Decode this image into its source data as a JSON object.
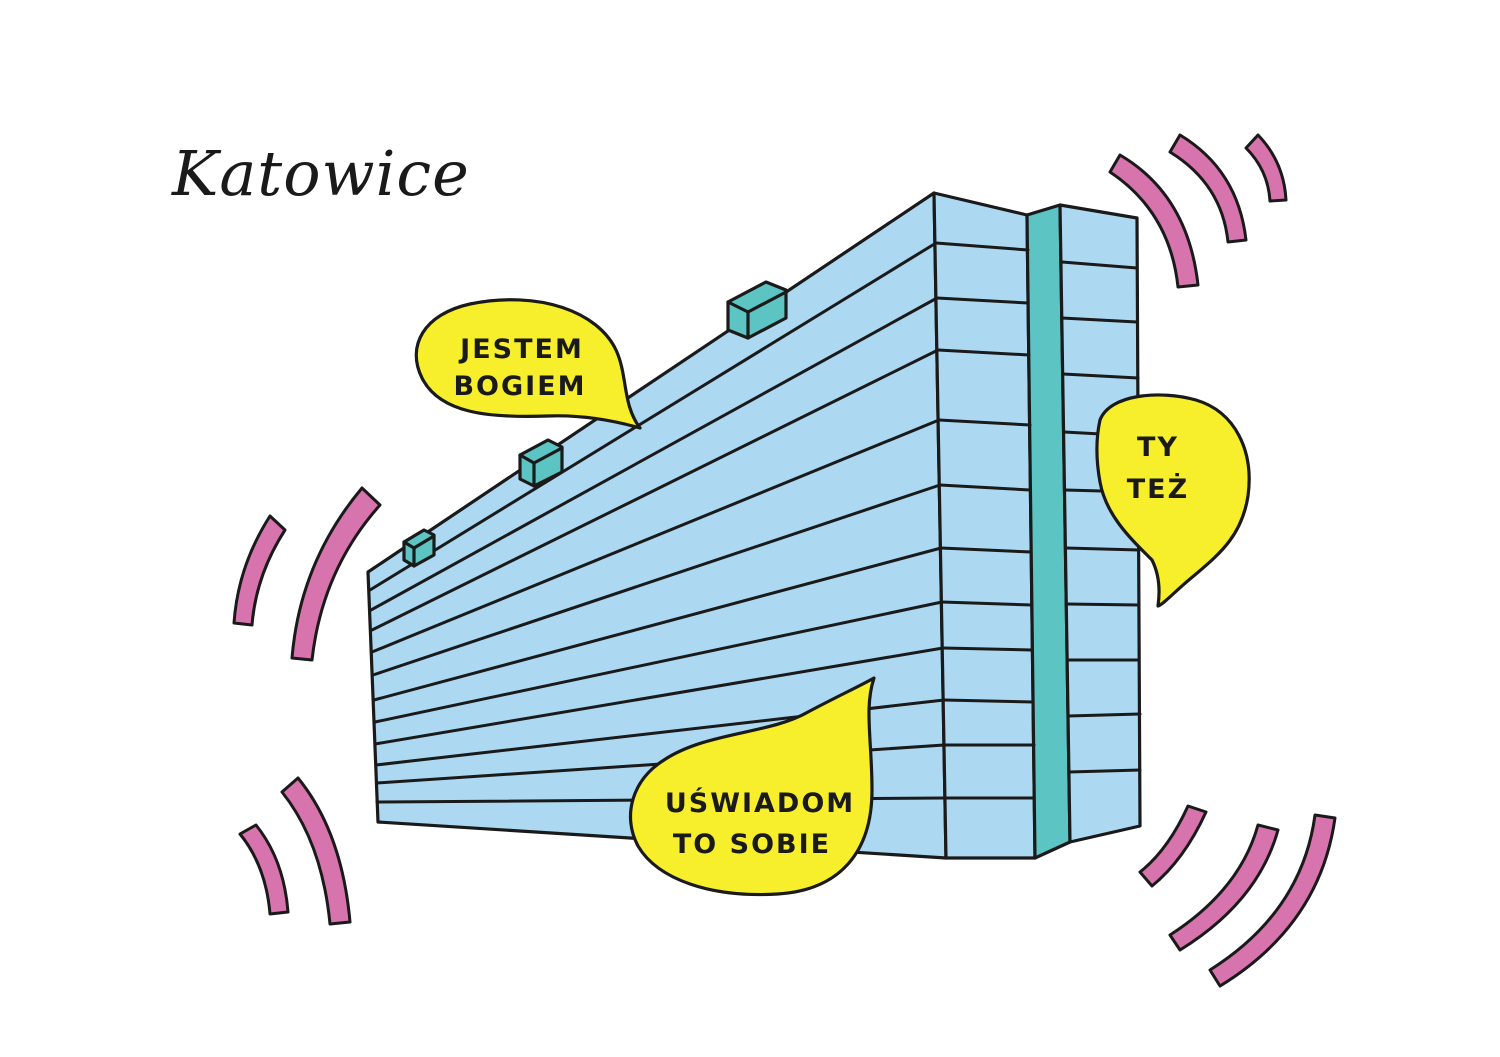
{
  "title": "Katowice",
  "bubbles": {
    "top": {
      "line1": "JESTEM",
      "line2": "BOGIEM"
    },
    "right": {
      "line1": "TY",
      "line2": "TEŻ"
    },
    "bottom": {
      "line1": "UŚWIADOM",
      "line2": "TO SOBIE"
    }
  },
  "colors": {
    "building": "#add8f2",
    "accent": "#5cc4c3",
    "bubble": "#f7ee2c",
    "waves": "#d874ad",
    "ink": "#1a1a1a"
  }
}
